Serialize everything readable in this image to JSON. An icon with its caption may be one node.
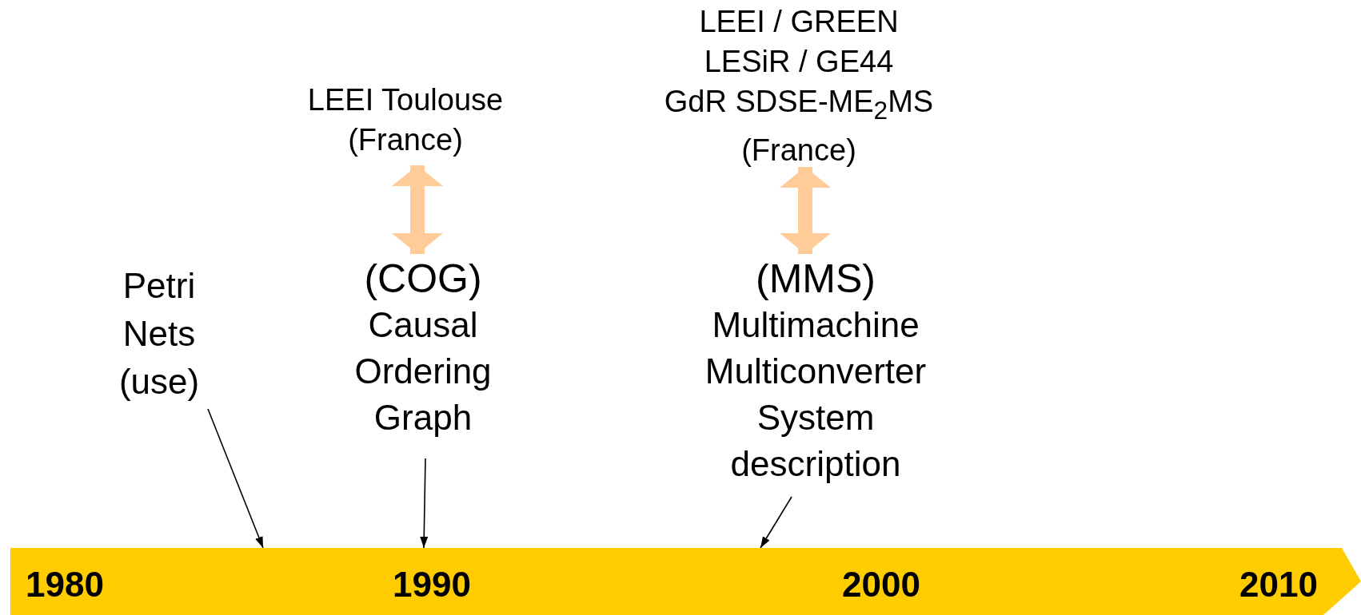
{
  "diagram": {
    "nodes": [
      {
        "text": [
          "LEEI Toulouse (France)"
        ]
      },
      {
        "text": [
          "LEEI / GREEN",
          "LESiR / GE44",
          "GdR SDSE-ME$_{2}$MS (France)"
        ]
      },
      {
        "text": [
          "Petri Nets (use)"
        ]
      },
      {
        "text": [
          "(COG)",
          "Causal Ordering Graph"
        ]
      },
      {
        "text": [
          "(MMS)",
          "Multimachine Multiconverter System description"
        ]
      },
      {
        "text": [
          "1980",
          "1990",
          "2000",
          "2010"
        ]
      }
    ],
    "edges": [
      {
        "from": 0,
        "to": 3,
        "arrow": "both",
        "style": "thick",
        "color": "#ffcc99"
      },
      {
        "from": 1,
        "to": 4,
        "arrow": "both",
        "style": "thick",
        "color": "#ffcc99"
      },
      {
        "from": 2,
        "to": 5,
        "arrow": "to"
      },
      {
        "from": 3,
        "to": 5,
        "arrow": "to"
      },
      {
        "from": 4,
        "to": 5,
        "arrow": "to"
      }
    ]
  }
}
